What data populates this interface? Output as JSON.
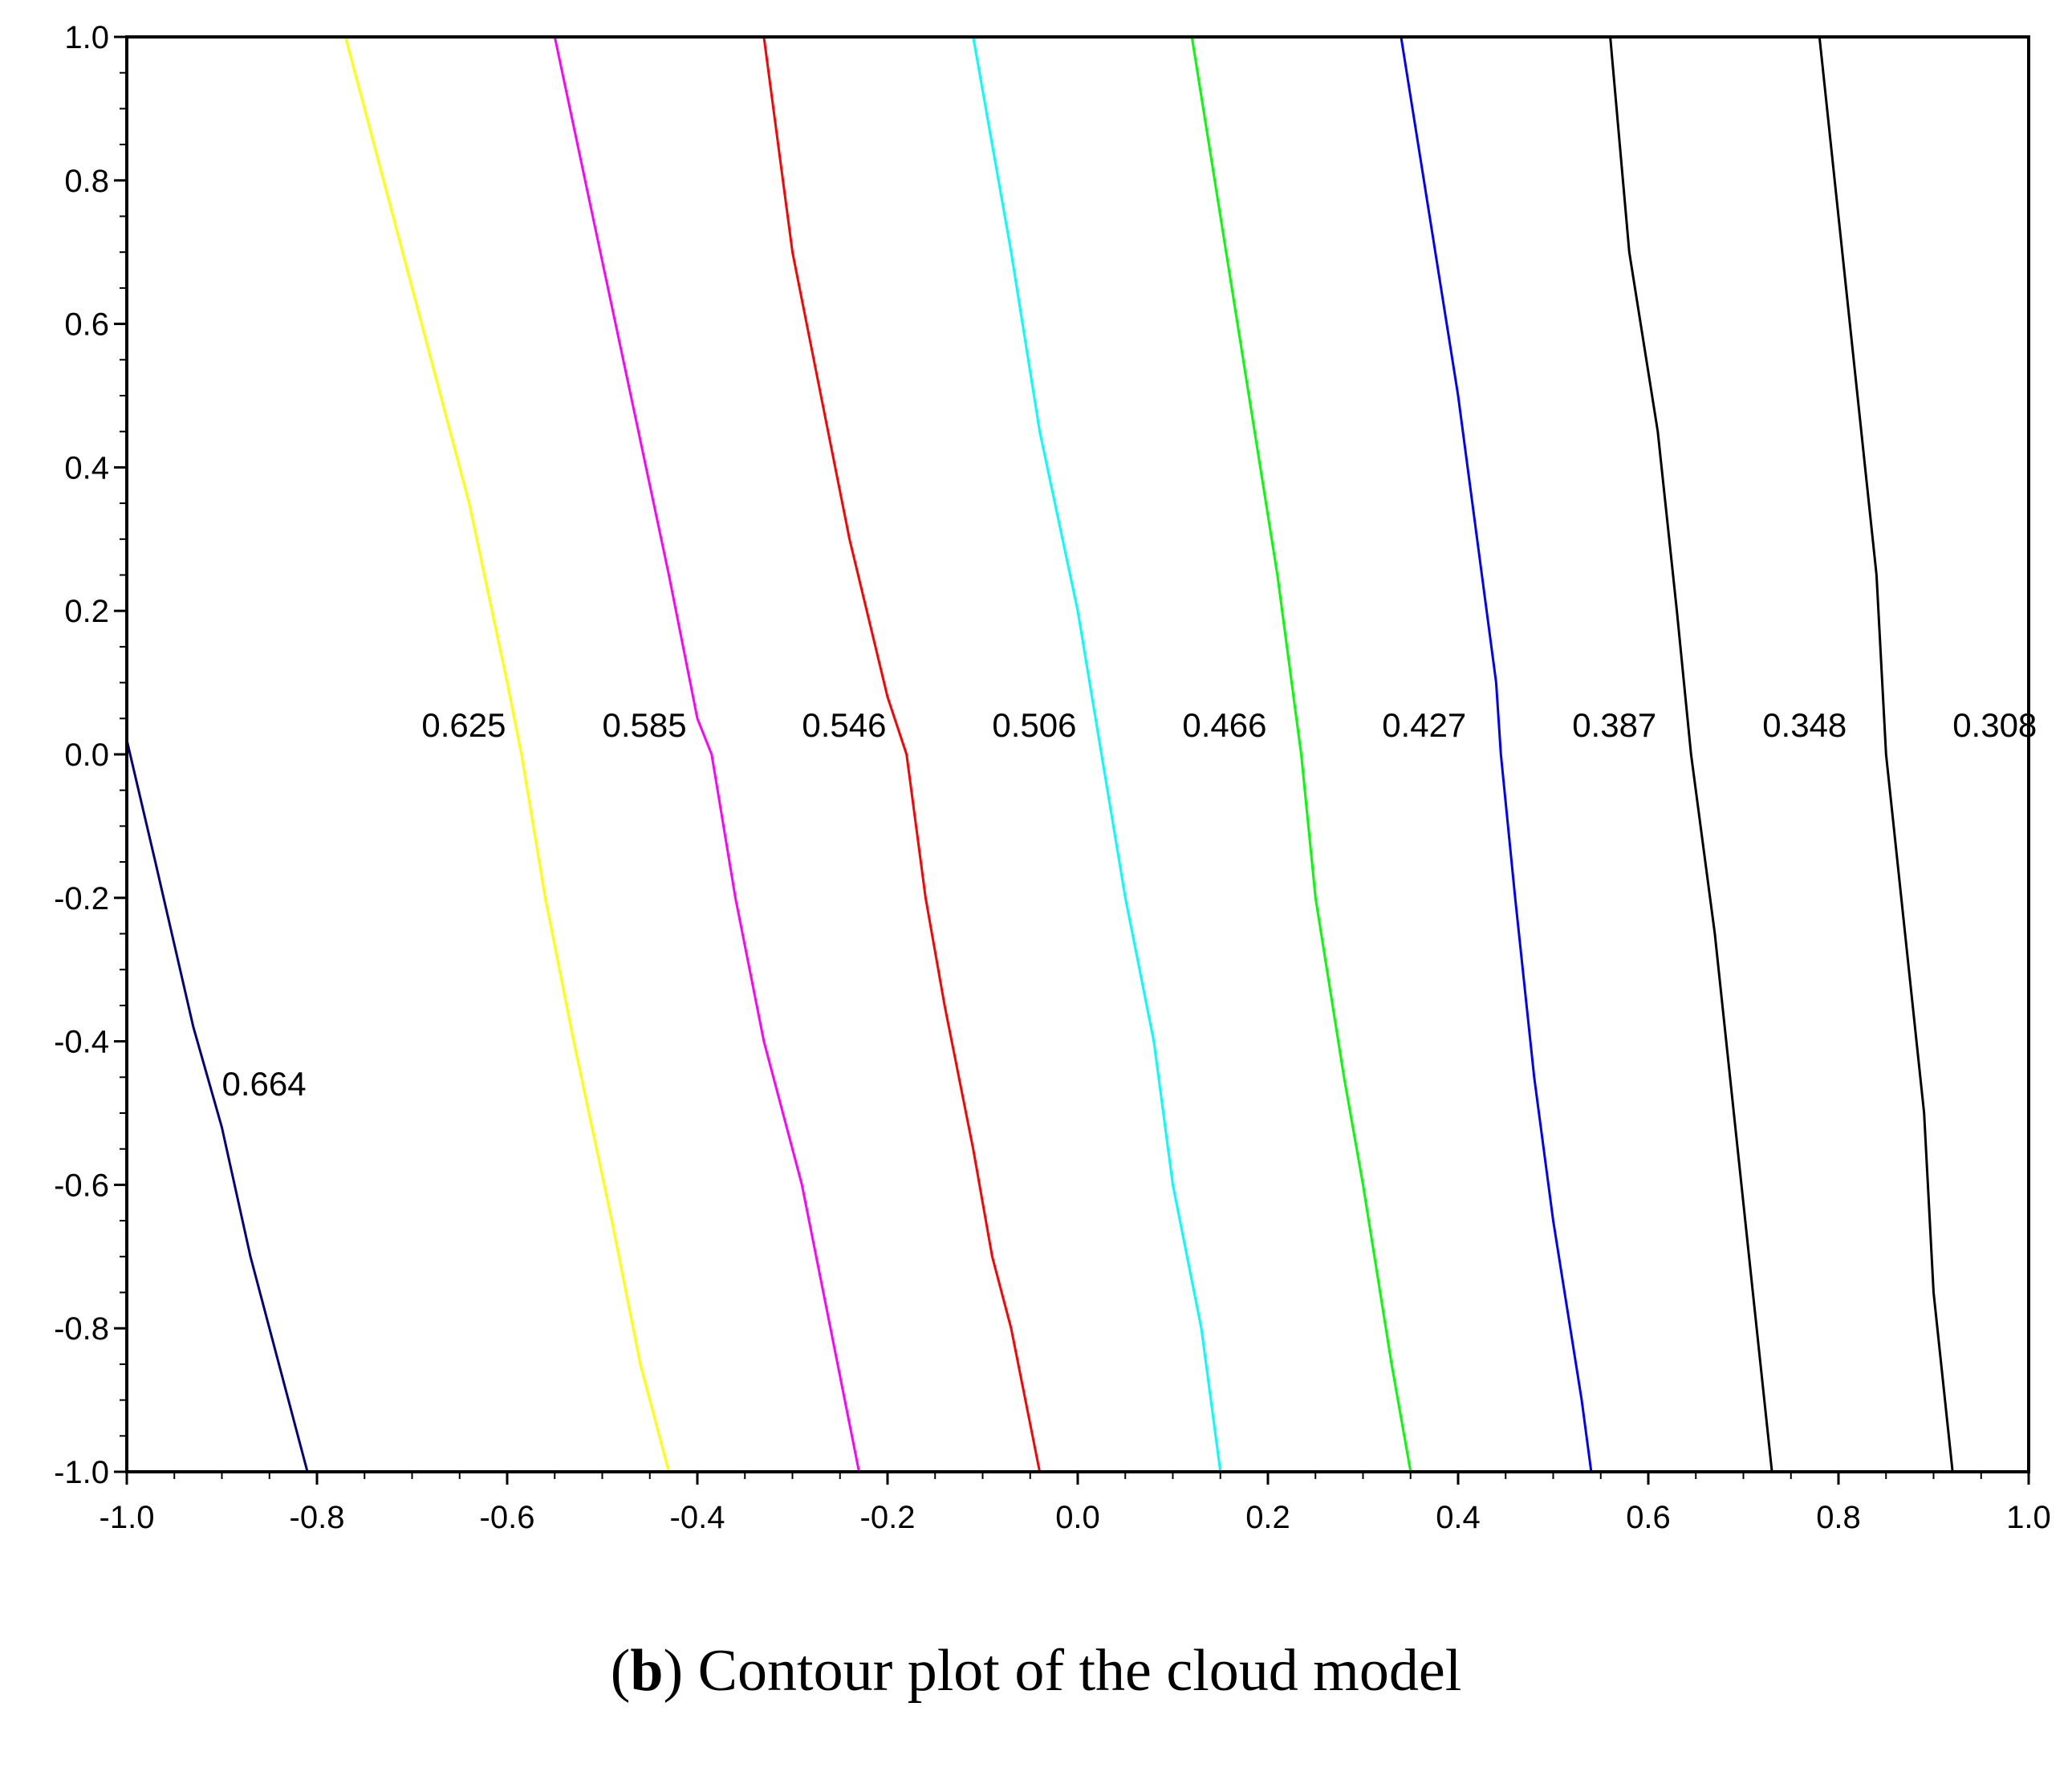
{
  "caption": {
    "open_paren": "(",
    "letter": "b",
    "text": ") Contour plot of the cloud model"
  },
  "chart_data": {
    "type": "contour",
    "title": "",
    "xlabel": "",
    "ylabel": "",
    "xlim": [
      -1.0,
      1.0
    ],
    "ylim": [
      -1.0,
      1.0
    ],
    "grid": false,
    "legend": "none",
    "x_ticks": [
      "-1.0",
      "-0.8",
      "-0.6",
      "-0.4",
      "-0.2",
      "0.0",
      "0.2",
      "0.4",
      "0.6",
      "0.8",
      "1.0"
    ],
    "y_ticks": [
      "1.0",
      "0.8",
      "0.6",
      "0.4",
      "0.2",
      "0.0",
      "-0.2",
      "-0.4",
      "-0.6",
      "-0.8",
      "-1.0"
    ],
    "contours": [
      {
        "level": "0.664",
        "color": "#000080",
        "label_at": [
          -0.9,
          -0.46
        ],
        "points": [
          [
            -1.0,
            0.02
          ],
          [
            -0.97,
            -0.15
          ],
          [
            -0.93,
            -0.38
          ],
          [
            -0.9,
            -0.52
          ],
          [
            -0.87,
            -0.7
          ],
          [
            -0.84,
            -0.85
          ],
          [
            -0.81,
            -1.0
          ]
        ]
      },
      {
        "level": "0.625",
        "color": "#ffff00",
        "label_at": [
          -0.69,
          0.04
        ],
        "points": [
          [
            -0.77,
            1.0
          ],
          [
            -0.71,
            0.7
          ],
          [
            -0.64,
            0.35
          ],
          [
            -0.6,
            0.1
          ],
          [
            -0.585,
            0.0
          ],
          [
            -0.56,
            -0.2
          ],
          [
            -0.53,
            -0.4
          ],
          [
            -0.49,
            -0.65
          ],
          [
            -0.46,
            -0.85
          ],
          [
            -0.43,
            -1.0
          ]
        ]
      },
      {
        "level": "0.585",
        "color": "#ff00ff",
        "label_at": [
          -0.5,
          0.04
        ],
        "points": [
          [
            -0.55,
            1.0
          ],
          [
            -0.51,
            0.75
          ],
          [
            -0.47,
            0.5
          ],
          [
            -0.43,
            0.25
          ],
          [
            -0.4,
            0.05
          ],
          [
            -0.385,
            0.0
          ],
          [
            -0.36,
            -0.2
          ],
          [
            -0.33,
            -0.4
          ],
          [
            -0.29,
            -0.6
          ],
          [
            -0.26,
            -0.8
          ],
          [
            -0.23,
            -1.0
          ]
        ]
      },
      {
        "level": "0.546",
        "color": "#ff0000",
        "label_at": [
          -0.29,
          0.04
        ],
        "points": [
          [
            -0.33,
            1.0
          ],
          [
            -0.3,
            0.7
          ],
          [
            -0.27,
            0.5
          ],
          [
            -0.24,
            0.3
          ],
          [
            -0.2,
            0.08
          ],
          [
            -0.18,
            0.0
          ],
          [
            -0.16,
            -0.2
          ],
          [
            -0.14,
            -0.35
          ],
          [
            -0.11,
            -0.55
          ],
          [
            -0.09,
            -0.7
          ],
          [
            -0.07,
            -0.8
          ],
          [
            -0.04,
            -1.0
          ]
        ]
      },
      {
        "level": "0.506",
        "color": "#00ffff",
        "label_at": [
          -0.09,
          0.04
        ],
        "points": [
          [
            -0.11,
            1.0
          ],
          [
            -0.07,
            0.7
          ],
          [
            -0.04,
            0.45
          ],
          [
            0.0,
            0.2
          ],
          [
            0.025,
            0.0
          ],
          [
            0.05,
            -0.2
          ],
          [
            0.08,
            -0.4
          ],
          [
            0.1,
            -0.6
          ],
          [
            0.13,
            -0.8
          ],
          [
            0.15,
            -1.0
          ]
        ]
      },
      {
        "level": "0.466",
        "color": "#00ff00",
        "label_at": [
          0.11,
          0.04
        ],
        "points": [
          [
            0.12,
            1.0
          ],
          [
            0.15,
            0.75
          ],
          [
            0.18,
            0.5
          ],
          [
            0.21,
            0.25
          ],
          [
            0.23,
            0.05
          ],
          [
            0.235,
            0.0
          ],
          [
            0.25,
            -0.2
          ],
          [
            0.28,
            -0.45
          ],
          [
            0.3,
            -0.6
          ],
          [
            0.33,
            -0.85
          ],
          [
            0.35,
            -1.0
          ]
        ]
      },
      {
        "level": "0.427",
        "color": "#0000ff",
        "label_at": [
          0.32,
          0.04
        ],
        "points": [
          [
            0.34,
            1.0
          ],
          [
            0.37,
            0.75
          ],
          [
            0.4,
            0.5
          ],
          [
            0.42,
            0.3
          ],
          [
            0.44,
            0.1
          ],
          [
            0.445,
            0.0
          ],
          [
            0.46,
            -0.2
          ],
          [
            0.48,
            -0.45
          ],
          [
            0.5,
            -0.65
          ],
          [
            0.53,
            -0.9
          ],
          [
            0.54,
            -1.0
          ]
        ]
      },
      {
        "level": "0.387",
        "color": "#000000",
        "label_at": [
          0.52,
          0.04
        ],
        "points": [
          [
            0.56,
            1.0
          ],
          [
            0.58,
            0.7
          ],
          [
            0.61,
            0.45
          ],
          [
            0.63,
            0.2
          ],
          [
            0.645,
            0.0
          ],
          [
            0.67,
            -0.25
          ],
          [
            0.69,
            -0.5
          ],
          [
            0.71,
            -0.75
          ],
          [
            0.73,
            -1.0
          ]
        ]
      },
      {
        "level": "0.348",
        "color": "#000000",
        "label_at": [
          0.72,
          0.04
        ],
        "points": [
          [
            0.78,
            1.0
          ],
          [
            0.8,
            0.75
          ],
          [
            0.82,
            0.5
          ],
          [
            0.84,
            0.25
          ],
          [
            0.85,
            0.0
          ],
          [
            0.87,
            -0.25
          ],
          [
            0.89,
            -0.5
          ],
          [
            0.9,
            -0.75
          ],
          [
            0.92,
            -1.0
          ]
        ]
      },
      {
        "level": "0.308",
        "color": "#000000",
        "label_at": [
          0.92,
          0.04
        ],
        "points": []
      }
    ]
  }
}
